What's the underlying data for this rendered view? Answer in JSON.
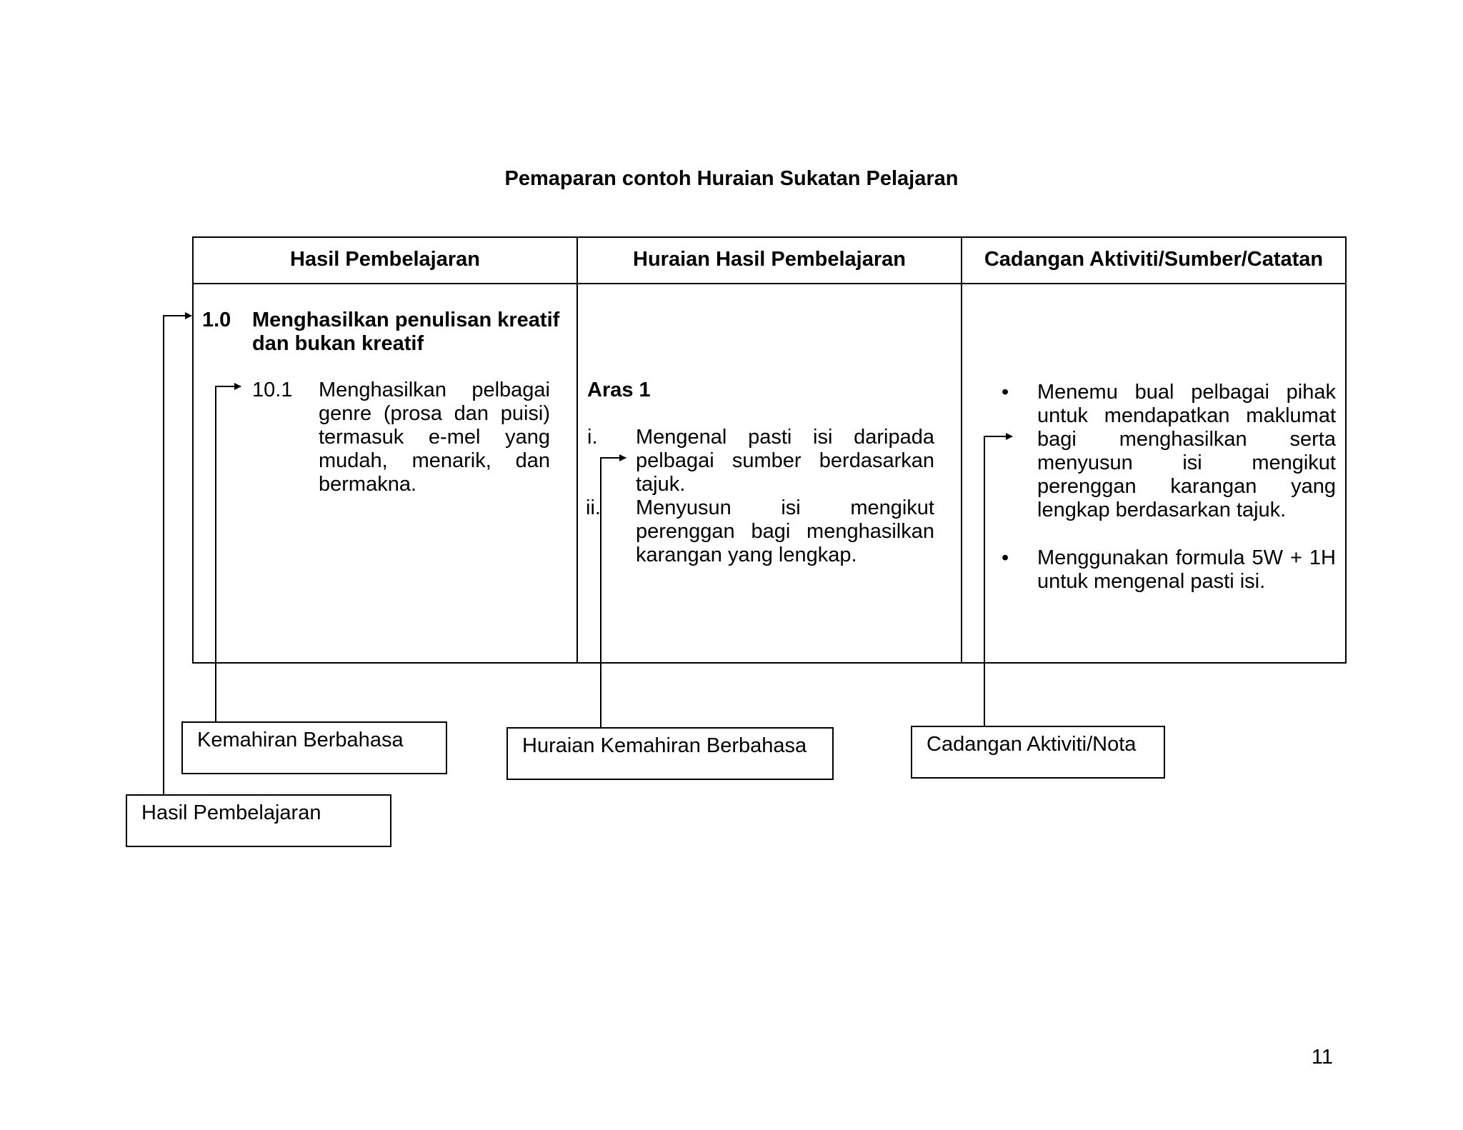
{
  "page": {
    "title": "Pemaparan contoh Huraian Sukatan Pelajaran",
    "number": "11"
  },
  "table": {
    "headers": [
      "Hasil Pembelajaran",
      "Huraian Hasil Pembelajaran",
      "Cadangan Aktiviti/Sumber/Catatan"
    ],
    "learning_outcome": {
      "number": "1.0",
      "title_line1": "Menghasilkan penulisan kreatif",
      "title_line2": "dan bukan kreatif",
      "sub_number": "10.1",
      "sub_lines": [
        "Menghasilkan pelbagai",
        "genre (prosa dan puisi)",
        "termasuk e-mel yang",
        "mudah, menarik, dan",
        "bermakna."
      ]
    },
    "description": {
      "level": "Aras 1",
      "items": [
        {
          "marker": "i.",
          "lines": [
            "Mengenal pasti isi daripada",
            "pelbagai sumber berdasarkan",
            "tajuk."
          ]
        },
        {
          "marker": "ii.",
          "lines": [
            "Menyusun isi mengikut",
            "perenggan bagi menghasilkan",
            "karangan yang lengkap."
          ]
        }
      ]
    },
    "activities": {
      "bullet": "•",
      "items": [
        {
          "lines": [
            "Menemu bual pelbagai pihak",
            "untuk mendapatkan maklumat",
            "bagi menghasilkan serta",
            "menyusun isi mengikut",
            "perenggan karangan yang",
            "lengkap berdasarkan tajuk."
          ]
        },
        {
          "lines": [
            "Menggunakan formula 5W + 1H",
            "untuk mengenal pasti isi."
          ]
        }
      ]
    }
  },
  "callouts": {
    "kemahiran": "Kemahiran Berbahasa",
    "huraian": "Huraian Kemahiran Berbahasa",
    "cadangan": "Cadangan Aktiviti/Nota",
    "hasil": "Hasil Pembelajaran"
  }
}
